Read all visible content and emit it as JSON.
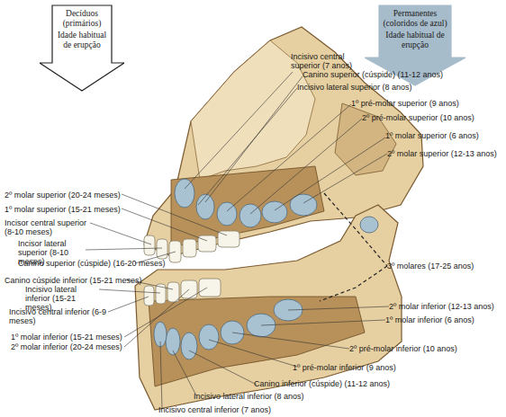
{
  "diagram": {
    "nodes": [
      {
        "text": [
          "Decíduos (primários)",
          "Idade habitual de erupção"
        ]
      },
      {
        "text": [
          "Permanentes (coloridos de azul)",
          "Idade habitual de erupção"
        ]
      }
    ],
    "labels": [
      "Incisivo central superior (7 anos)",
      "Canino superior (cúspide) (11-12 anos)",
      "Incisivo lateral superior (8 anos)",
      "1º pré-molar superior (9 anos)",
      "2º pré-molar superior (10 anos)",
      "1º molar superior (6 anos)",
      "2º molar superior (12-13 anos)",
      "2º molar superior (20-24 meses)",
      "1º molar superior (15-21 meses)",
      "Incisor central superior (8-10 meses)",
      "Incisor lateral superior (8-10 meses)",
      "Canino superior (cúspide) (16-20 meses)",
      "Canino cúspide inferior (15-21 meses)",
      "Incisivo lateral inferior (15-21 meses)",
      "Incisivo central inferior (6-9 meses)",
      "1º molar inferior (15-21 meses)",
      "2º molar inferior (20-24 meses)",
      "3º molares (17-25 anos)",
      "2º molar inferior (12-13 anos)",
      "1º molar inferior (6 anos)",
      "2º pré-molar inferior (10 anos)",
      "1º pré-molar inferior (9 anos)",
      "Canino inferior (cúspide) (11-12 anos)",
      "Incisivo lateral inferior (8 anos)",
      "Incisivo central inferior (7 anos)"
    ]
  }
}
